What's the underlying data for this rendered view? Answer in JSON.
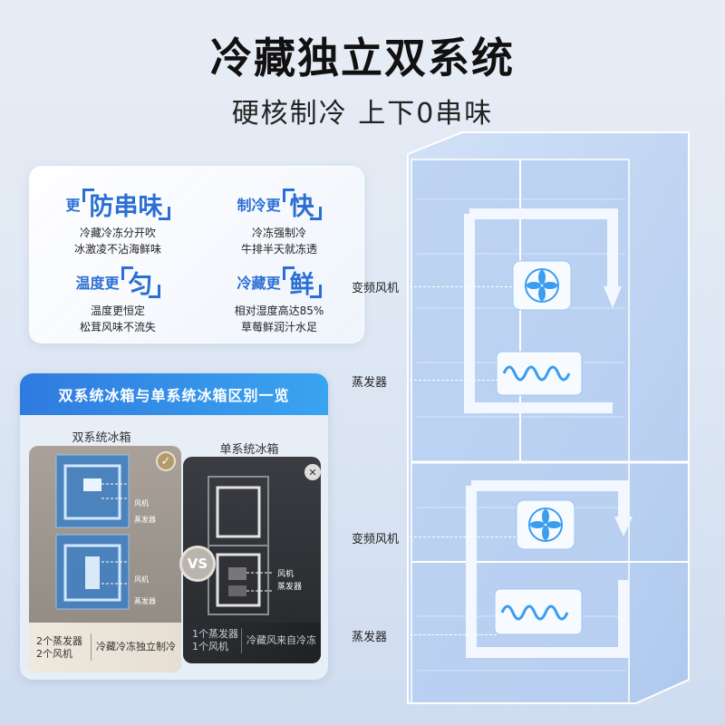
{
  "heading": {
    "title": "冷藏独立双系统",
    "subtitle": "硬核制冷 上下0串味"
  },
  "features": [
    {
      "prefix": "更",
      "emphasis": "防串味",
      "desc": [
        "冷藏冷冻分开吹",
        "冰激凌不沾海鲜味"
      ]
    },
    {
      "prefix": "制冷更",
      "emphasis": "快",
      "desc": [
        "冷冻强制冷",
        "牛排半天就冻透"
      ]
    },
    {
      "prefix": "温度更",
      "emphasis": "匀",
      "desc": [
        "温度更恒定",
        "松茸风味不流失"
      ]
    },
    {
      "prefix": "冷藏更",
      "emphasis": "鲜",
      "desc": [
        "相对湿度高达85%",
        "草莓鲜润汁水足"
      ]
    }
  ],
  "comparison": {
    "header": "双系统冰箱与单系统冰箱区别一览",
    "vs": "VS",
    "dual": {
      "label": "双系统冰箱",
      "tags": [
        "风机",
        "蒸发器",
        "风机",
        "蒸发器"
      ],
      "foot_left": [
        "2个蒸发器",
        "2个风机"
      ],
      "foot_right": "冷藏冷冻独立制冷"
    },
    "single": {
      "label": "单系统冰箱",
      "tags": [
        "风机",
        "蒸发器"
      ],
      "foot_left": [
        "1个蒸发器",
        "1个风机"
      ],
      "foot_right": "冷藏风来自冷冻"
    }
  },
  "fridge": {
    "labels": [
      "变频风机",
      "蒸发器",
      "变频风机",
      "蒸发器"
    ]
  },
  "colors": {
    "accent": "#2b6fd4",
    "header_blue": "#2f7be0",
    "fan_blue": "#3b9df0"
  }
}
